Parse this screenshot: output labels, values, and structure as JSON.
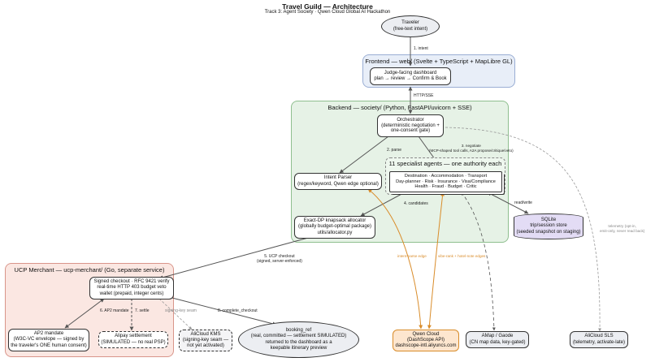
{
  "title": "Travel Guild — Architecture",
  "subtitle": "Track 3: Agent Society · Qwen Cloud Global AI Hackathon",
  "clusters": {
    "frontend": {
      "title": "Frontend — web/  (Svelte + TypeScript + MapLibre GL)"
    },
    "backend": {
      "title": "Backend — society/  (Python, FastAPI/uvicorn + SSE)"
    },
    "specialists": {
      "title": "11 specialist agents — one authority each"
    },
    "merchant": {
      "title": "UCP Merchant — ucp-merchant/  (Go, separate service)"
    }
  },
  "nodes": {
    "traveler": {
      "lines": [
        "Traveler",
        "(free-text intent)"
      ]
    },
    "dashboard": {
      "lines": [
        "Judge-facing dashboard",
        "plan → review → Confirm & Book"
      ]
    },
    "orchestrator": {
      "lines": [
        "Orchestrator",
        "(deterministic negotiation +",
        "one-consent gate)"
      ]
    },
    "agents": {
      "lines": [
        "Destination · Accommodation · Transport",
        "Day-planner · Risk · Insurance · Visa/Compliance",
        "Health · Fraud · Budget · Critic"
      ]
    },
    "intent_parser": {
      "lines": [
        "Intent Parser",
        "(regex/keyword, Qwen edge optional)"
      ]
    },
    "allocator": {
      "lines": [
        "Exact-DP knapsack allocator",
        "(globally budget-optimal package)",
        "utils/allocator.py"
      ]
    },
    "sqlite": {
      "lines": [
        "SQLite",
        "trip/session store",
        "(seeded snapshot on staging)"
      ]
    },
    "checkout": {
      "lines": [
        "Signed checkout · RFC 9421 verify",
        "real-time HTTP 403 budget veto",
        "wallet (prepaid, integer cents)"
      ]
    },
    "ap2": {
      "lines": [
        "AP2 mandate",
        "(W3C-VC envelope — signed by",
        "the traveler's ONE human consent)"
      ]
    },
    "alipay": {
      "lines": [
        "Alipay settlement",
        "(SIMULATED — no real PSP)"
      ]
    },
    "kms": {
      "lines": [
        "AliCloud KMS",
        "(signing-key seam —",
        "not yet activated)"
      ]
    },
    "booking": {
      "lines": [
        "booking_ref",
        "(real, committed — settlement SIMULATED)",
        "returned to the dashboard as a",
        "keepable itinerary preview"
      ]
    },
    "qwen": {
      "lines": [
        "Qwen Cloud",
        "(DashScope API)",
        "dashscope-intl.aliyuncs.com"
      ]
    },
    "amap": {
      "lines": [
        "AMap / Gaode",
        "(CN map data, key-gated)"
      ]
    },
    "sls": {
      "lines": [
        "AliCloud SLS",
        "(telemetry, activate-late)"
      ]
    }
  },
  "edges": {
    "intent": "1. intent",
    "http_sse": "HTTP/SSE",
    "parse": "2. parse",
    "negotiate": [
      "3. negotiate",
      "(MCP-shaped tool calls, A2A propose/critique/veto)"
    ],
    "candidates": "4. candidates",
    "read_write": "read/write",
    "telemetry": [
      "telemetry (opt-in,",
      "emit-only, never read back)"
    ],
    "intent_parse_edge": "intent-parse edge",
    "vibe_rank": "vibe-rank + hotel-note edges",
    "ucp_checkout": [
      "5. UCP checkout",
      "(signed, server-enforced)"
    ],
    "ap2_mandate": "6. AP2 mandate",
    "settle": "7. settle",
    "signing_key_seam": "signing-key seam",
    "complete_checkout": "8. complete_checkout"
  },
  "colors": {
    "frontend_fill": "#e8eef8",
    "frontend_border": "#9aaed4",
    "backend_fill": "#e6f2e6",
    "backend_border": "#8fbf8f",
    "merchant_fill": "#fbe7e2",
    "merchant_border": "#d9958a",
    "orange": "#d98c2a",
    "qwen_fill": "#fde6cf",
    "sqlite_fill": "#e3dcf5",
    "grey_node_fill": "#eceef2"
  }
}
